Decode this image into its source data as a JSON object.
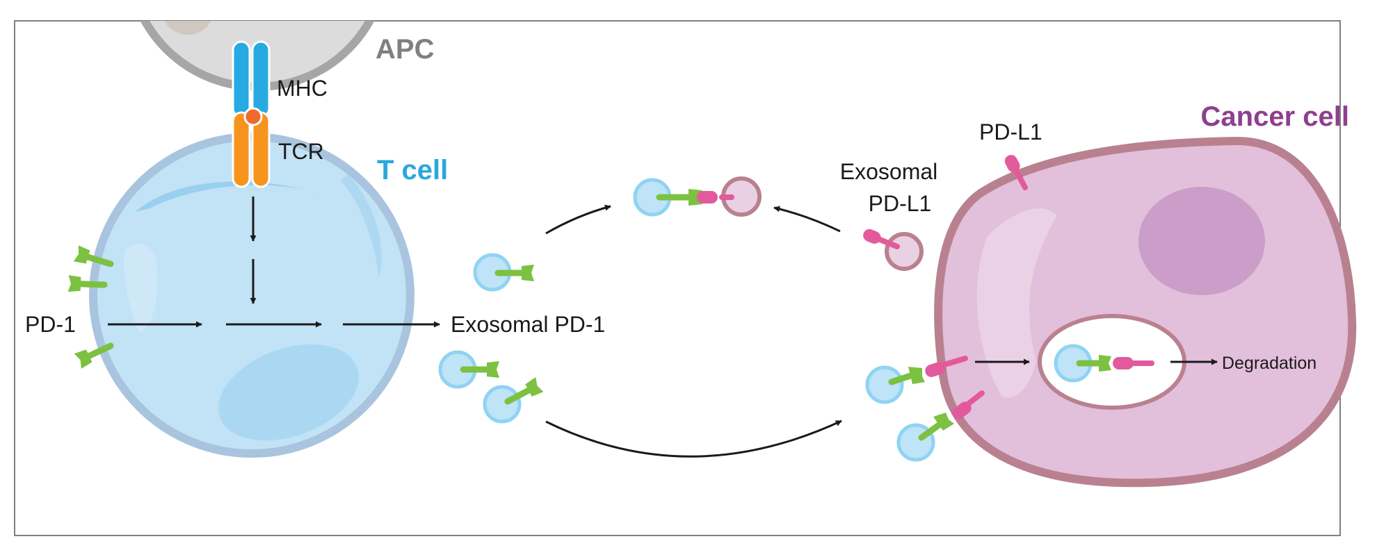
{
  "labels": {
    "apc": "APC",
    "mhc": "MHC",
    "tcr": "TCR",
    "t_cell": "T cell",
    "pd1": "PD-1",
    "exosomal_pd1": "Exosomal PD-1",
    "exosomal_pdl1_line1": "Exosomal",
    "exosomal_pdl1_line2": "PD-L1",
    "pdl1": "PD-L1",
    "cancer_cell": "Cancer cell",
    "degradation": "Degradation"
  },
  "colors": {
    "apc_text": "#808080",
    "t_cell_text": "#29a8de",
    "cancer_cell_text": "#8e3f8e",
    "t_cell_fill": "#c2e2f6",
    "t_cell_border": "#a9c4de",
    "cancer_fill": "#e2bfdb",
    "cancer_border": "#b9818f",
    "pd1_green": "#7cc142",
    "pdl1_pink": "#e35a9c",
    "mhc_blue": "#27aae1",
    "tcr_orange": "#f7941d",
    "exosome_blue": "#bfe3f7",
    "exosome_blue_border": "#7fcdf0"
  }
}
